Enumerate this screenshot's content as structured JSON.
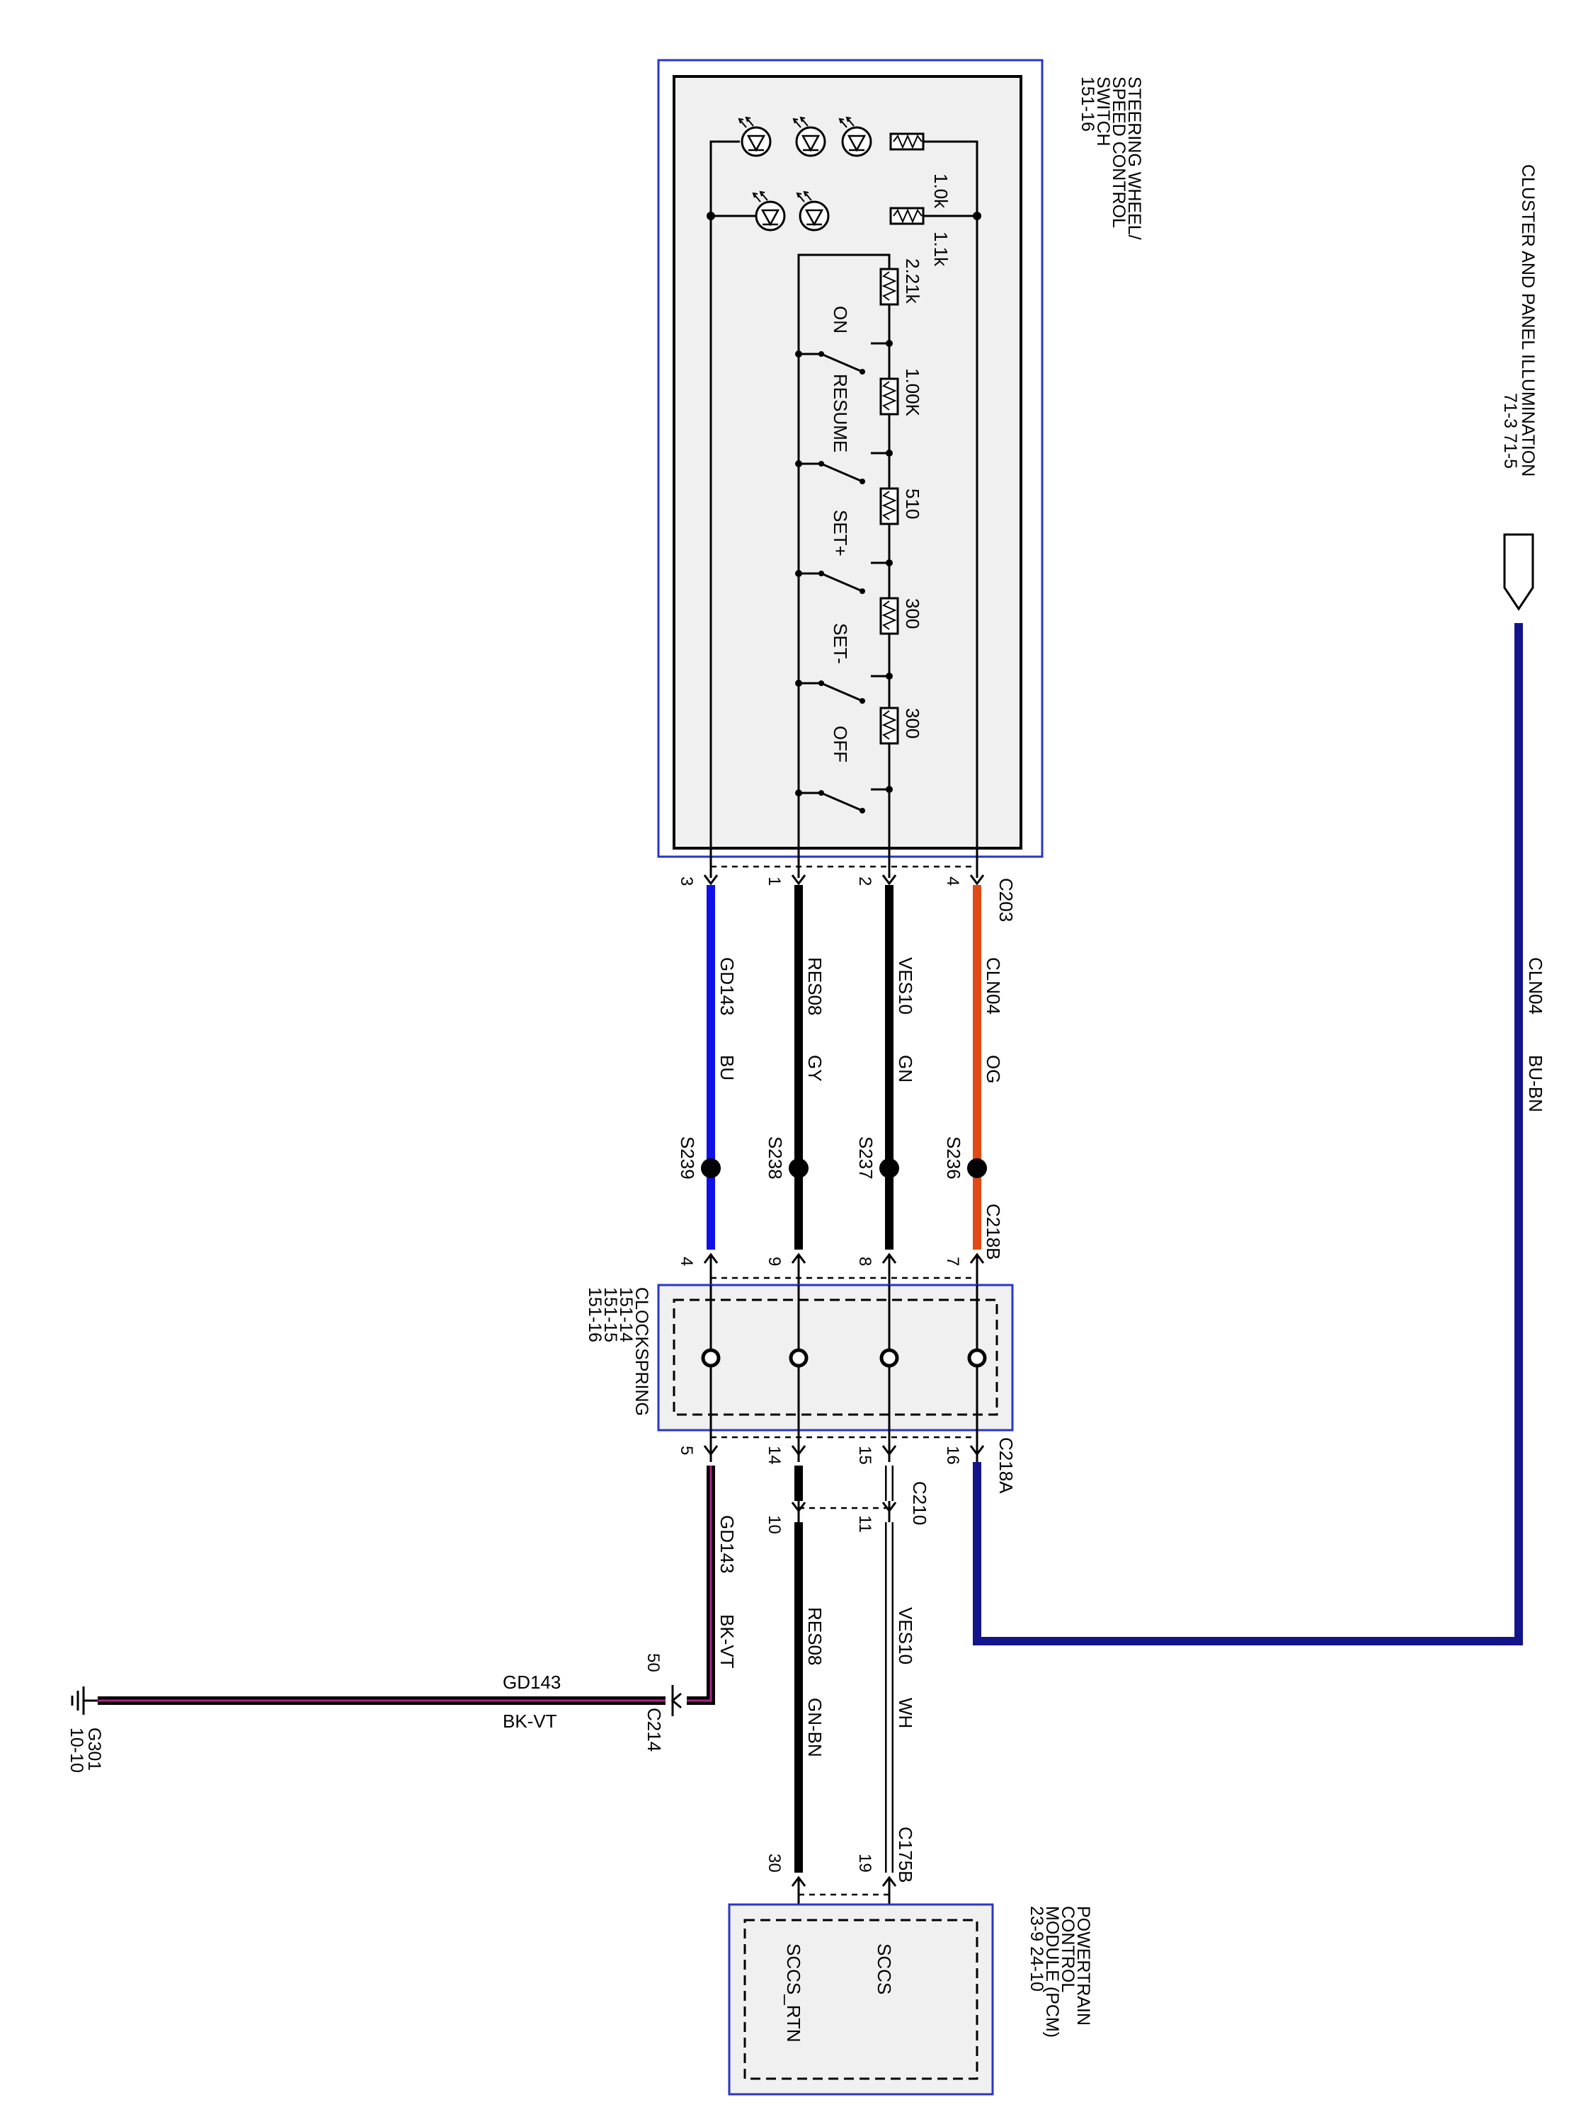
{
  "components": {
    "steering_switch": {
      "title_lines": [
        "STEERING WHEEL/",
        "SPEED CONTROL",
        "SWITCH",
        "151-16"
      ]
    },
    "clockspring": {
      "title_lines": [
        "CLOCKSPRING",
        "151-14",
        "151-15",
        "151-16"
      ]
    },
    "pcm": {
      "title_lines": [
        "POWERTRAIN",
        "CONTROL",
        "MODULE (PCM)",
        "23-9    24-10"
      ],
      "pin_sccs": "SCCS",
      "pin_sccs_rtn": "SCCS_RTN"
    },
    "cluster": {
      "title_lines": [
        "CLUSTER AND PANEL ILLUMINATION",
        "71-3    71-5"
      ]
    },
    "ground": {
      "title_lines": [
        "G301",
        "10-10"
      ]
    }
  },
  "resistors": {
    "r1": "1.0k",
    "r2": "1.1k",
    "r3": "2.21k",
    "r4": "1.00K",
    "r5": "510",
    "r6": "300",
    "r7": "300"
  },
  "switches": {
    "on": "ON",
    "resume": "RESUME",
    "set_plus": "SET+",
    "set_minus": "SET-",
    "off": "OFF"
  },
  "connectors": {
    "c203": "C203",
    "c218b": "C218B",
    "c218a": "C218A",
    "c210": "C210",
    "c214": "C214",
    "c175b": "C175B"
  },
  "pins": {
    "c203": [
      "3",
      "1",
      "2",
      "4"
    ],
    "c218b": [
      "4",
      "9",
      "8",
      "7"
    ],
    "c218a": [
      "5",
      "14",
      "15",
      "16"
    ],
    "c210": [
      "10",
      "11"
    ],
    "c214": "50",
    "c175b": [
      "30",
      "19"
    ]
  },
  "splices": {
    "s239": "S239",
    "s238": "S238",
    "s237": "S237",
    "s236": "S236"
  },
  "wires": {
    "gd143_upper": {
      "circuit": "GD143",
      "color": "BU"
    },
    "res08_upper": {
      "circuit": "RES08",
      "color": "GY"
    },
    "ves10_upper": {
      "circuit": "VES10",
      "color": "GN"
    },
    "cln04_upper": {
      "circuit": "CLN04",
      "color": "OG"
    },
    "cln04_right": {
      "circuit": "CLN04",
      "color": "BU-BN"
    },
    "gd143_lower": {
      "circuit": "GD143",
      "color": "BK-VT"
    },
    "res08_lower": {
      "circuit": "RES08",
      "color": "GN-BN"
    },
    "ves10_lower": {
      "circuit": "VES10",
      "color": "WH"
    },
    "gd143_ground": {
      "circuit": "GD143",
      "color": "BK-VT"
    }
  },
  "colors": {
    "box_border": "#2a36c8",
    "box_fill": "#f0f0f0",
    "blue_wire": "#1010e8",
    "orange_wire": "#e04a14",
    "navy_wire": "#14148a",
    "black_wire": "#000000",
    "violet_stripe": "#b0208a"
  }
}
